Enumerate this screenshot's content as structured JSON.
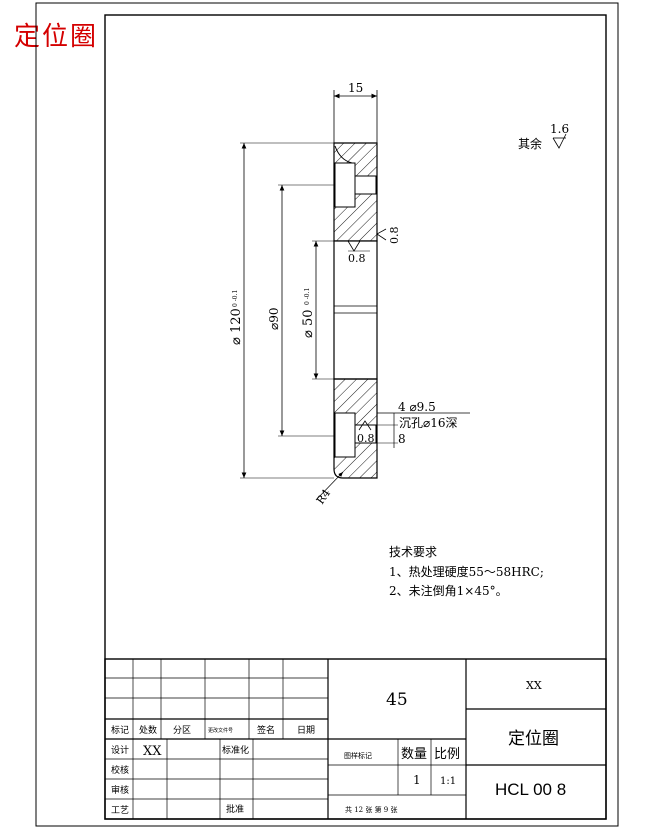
{
  "watermark_title": "定位圈",
  "drawing": {
    "dims": {
      "width_top": "15",
      "outer_dia": "⌀ 120",
      "outer_tol": "0 -0.1",
      "pcd": "⌀90",
      "inner_dia": "⌀ 50",
      "inner_tol": "0 -0.1",
      "hole_count_dia": "4 ⌀9.5",
      "counterbore": "沉孔⌀16深",
      "counterbore_depth": "8",
      "fillet": "R4"
    },
    "surface_marks": {
      "rest_label": "其余",
      "rest_value": "1.6",
      "face_value": "0.8",
      "bore_value": "0.8",
      "lower_value": "0.8"
    },
    "notes": {
      "heading": "技术要求",
      "items": [
        "1、热处理硬度55～58HRC;",
        "2、未注倒角1×45°。"
      ]
    }
  },
  "title_block": {
    "rev_headers": [
      "标记",
      "处数",
      "分区",
      "更改文件号",
      "签名",
      "日期"
    ],
    "roles": [
      "设计",
      "校核",
      "审核",
      "工艺"
    ],
    "designer": "XX",
    "standardize": "标准化",
    "approve": "批准",
    "material": "45",
    "company": "XX",
    "part_name": "定位圈",
    "stage_label": "图样标记",
    "qty_label": "数量",
    "scale_label": "比例",
    "qty": "1",
    "scale": "1:1",
    "drawing_no": "HCL 00 8",
    "sheets": "共 12 张    第 9 张"
  }
}
